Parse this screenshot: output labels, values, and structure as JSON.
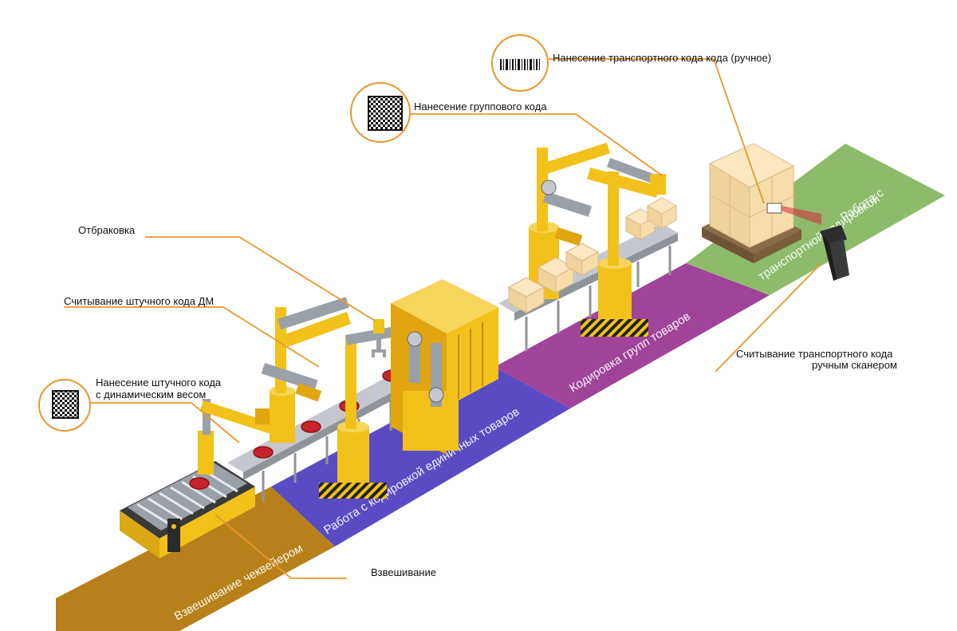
{
  "zones": {
    "weighing": "Взвешивание чеквейером",
    "single_units": "Работа с кодировкой единичных товаров",
    "group_coding": "Кодировка групп товаров",
    "transport_line1": "Работа с",
    "transport_line2": "транспортной кодировкой"
  },
  "callouts": {
    "transport_manual": "Нанесение транспортного кода кода (ручное)",
    "group_code": "Нанесение группового кода",
    "rejection": "Отбраковка",
    "dm_read": "Считывание штучного кода ДМ",
    "unit_code_line1": "Нанесение штучного кода",
    "unit_code_line2": "с динамическим весом",
    "scanner_line1": "Считывание транспортного кода",
    "scanner_line2": "ручным сканером",
    "weighing": "Взвешивание"
  },
  "colors": {
    "accent": "#E8962E",
    "zone_weighing": "#B8801A",
    "zone_single": "#5A4BC4",
    "zone_group": "#A0449A",
    "zone_transport": "#8DBB6A",
    "machine_yellow": "#F4C21B",
    "conveyor_gray": "#B8BCC4"
  },
  "icons": [
    "datamatrix-icon",
    "barcode-icon",
    "scanner-icon"
  ]
}
